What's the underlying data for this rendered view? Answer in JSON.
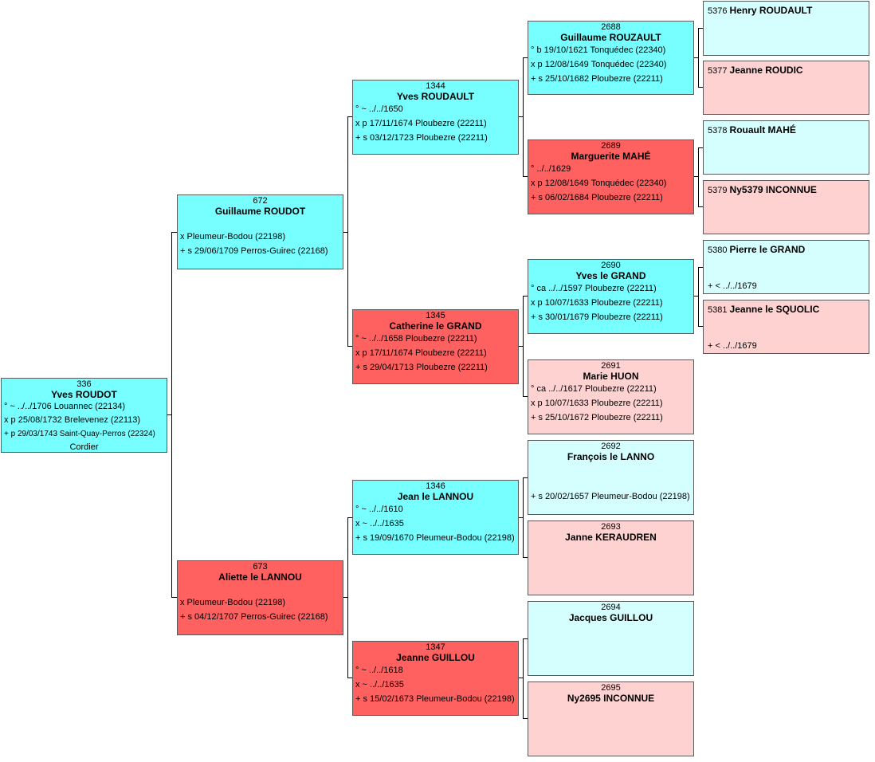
{
  "persons": [
    {
      "key": "p336",
      "num": "336",
      "name": "Yves ROUDOT",
      "lines": [
        "° ~ ../../1706 Louannec (22134)",
        "x p 25/08/1732 Brelevenez (22113)",
        "+ p 29/03/1743 Saint-Quay-Perros (22324)"
      ],
      "extra": "Cordier"
    },
    {
      "key": "p672",
      "num": "672",
      "name": "Guillaume ROUDOT",
      "lines": [
        "x Pleumeur-Bodou (22198)",
        "+ s 29/06/1709 Perros-Guirec (22168)"
      ]
    },
    {
      "key": "p673",
      "num": "673",
      "name": "Aliette le LANNOU",
      "lines": [
        "x Pleumeur-Bodou (22198)",
        "+ s 04/12/1707 Perros-Guirec (22168)"
      ]
    },
    {
      "key": "p1344",
      "num": "1344",
      "name": "Yves ROUDAULT",
      "lines": [
        "° ~ ../../1650",
        "x p 17/11/1674 Ploubezre (22211)",
        "+ s 03/12/1723 Ploubezre (22211)"
      ]
    },
    {
      "key": "p1345",
      "num": "1345",
      "name": "Catherine le GRAND",
      "lines": [
        "° ~ ../../1658 Ploubezre (22211)",
        "x p 17/11/1674 Ploubezre (22211)",
        "+ s 29/04/1713 Ploubezre (22211)"
      ]
    },
    {
      "key": "p1346",
      "num": "1346",
      "name": "Jean le LANNOU",
      "lines": [
        "° ~ ../../1610",
        "x ~ ../../1635",
        "+ s 19/09/1670 Pleumeur-Bodou (22198)"
      ]
    },
    {
      "key": "p1347",
      "num": "1347",
      "name": "Jeanne GUILLOU",
      "lines": [
        "° ~ ../../1618",
        "x ~ ../../1635",
        "+ s 15/02/1673 Pleumeur-Bodou (22198)"
      ]
    },
    {
      "key": "p2688",
      "num": "2688",
      "name": "Guillaume ROUZAULT",
      "lines": [
        "° b 19/10/1621 Tonquédec (22340)",
        "x p 12/08/1649 Tonquédec (22340)",
        "+ s 25/10/1682 Ploubezre (22211)"
      ]
    },
    {
      "key": "p2689",
      "num": "2689",
      "name": "Marguerite MAHÉ",
      "lines": [
        "° ../../1629",
        "x p 12/08/1649 Tonquédec (22340)",
        "+ s 06/02/1684 Ploubezre (22211)"
      ]
    },
    {
      "key": "p2690",
      "num": "2690",
      "name": "Yves le GRAND",
      "lines": [
        "° ca ../../1597 Ploubezre (22211)",
        "x p 10/07/1633 Ploubezre (22211)",
        "+ s 30/01/1679 Ploubezre (22211)"
      ]
    },
    {
      "key": "p2691",
      "num": "2691",
      "name": "Marie HUON",
      "lines": [
        "° ca ../../1617 Ploubezre (22211)",
        "x p 10/07/1633 Ploubezre (22211)",
        "+ s 25/10/1672 Ploubezre (22211)"
      ]
    },
    {
      "key": "p2692",
      "num": "2692",
      "name": "François le LANNO",
      "lines": [
        "+ s 20/02/1657 Pleumeur-Bodou (22198)"
      ]
    },
    {
      "key": "p2693",
      "num": "2693",
      "name": "Janne KERAUDREN",
      "lines": []
    },
    {
      "key": "p2694",
      "num": "2694",
      "name": "Jacques GUILLOU",
      "lines": []
    },
    {
      "key": "p2695",
      "num": "2695",
      "name": "Ny2695 INCONNUE",
      "lines": []
    },
    {
      "key": "p5376",
      "num": "5376",
      "name": "Henry ROUDAULT",
      "lines": []
    },
    {
      "key": "p5377",
      "num": "5377",
      "name": "Jeanne ROUDIC",
      "lines": []
    },
    {
      "key": "p5378",
      "num": "5378",
      "name": "Rouault MAHÉ",
      "lines": []
    },
    {
      "key": "p5379",
      "num": "5379",
      "name": "Ny5379 INCONNUE",
      "lines": []
    },
    {
      "key": "p5380",
      "num": "5380",
      "name": "Pierre le GRAND",
      "lines": [
        "+ < ../../1679"
      ]
    },
    {
      "key": "p5381",
      "num": "5381",
      "name": "Jeanne le SQUOLIC",
      "lines": [
        "+ < ../../1679"
      ]
    }
  ],
  "colors": {
    "male_known": "#77ffff",
    "female_known": "#ff6060",
    "male_pale": "#d5ffff",
    "female_pale": "#ffd2d2",
    "line": "#000000"
  }
}
